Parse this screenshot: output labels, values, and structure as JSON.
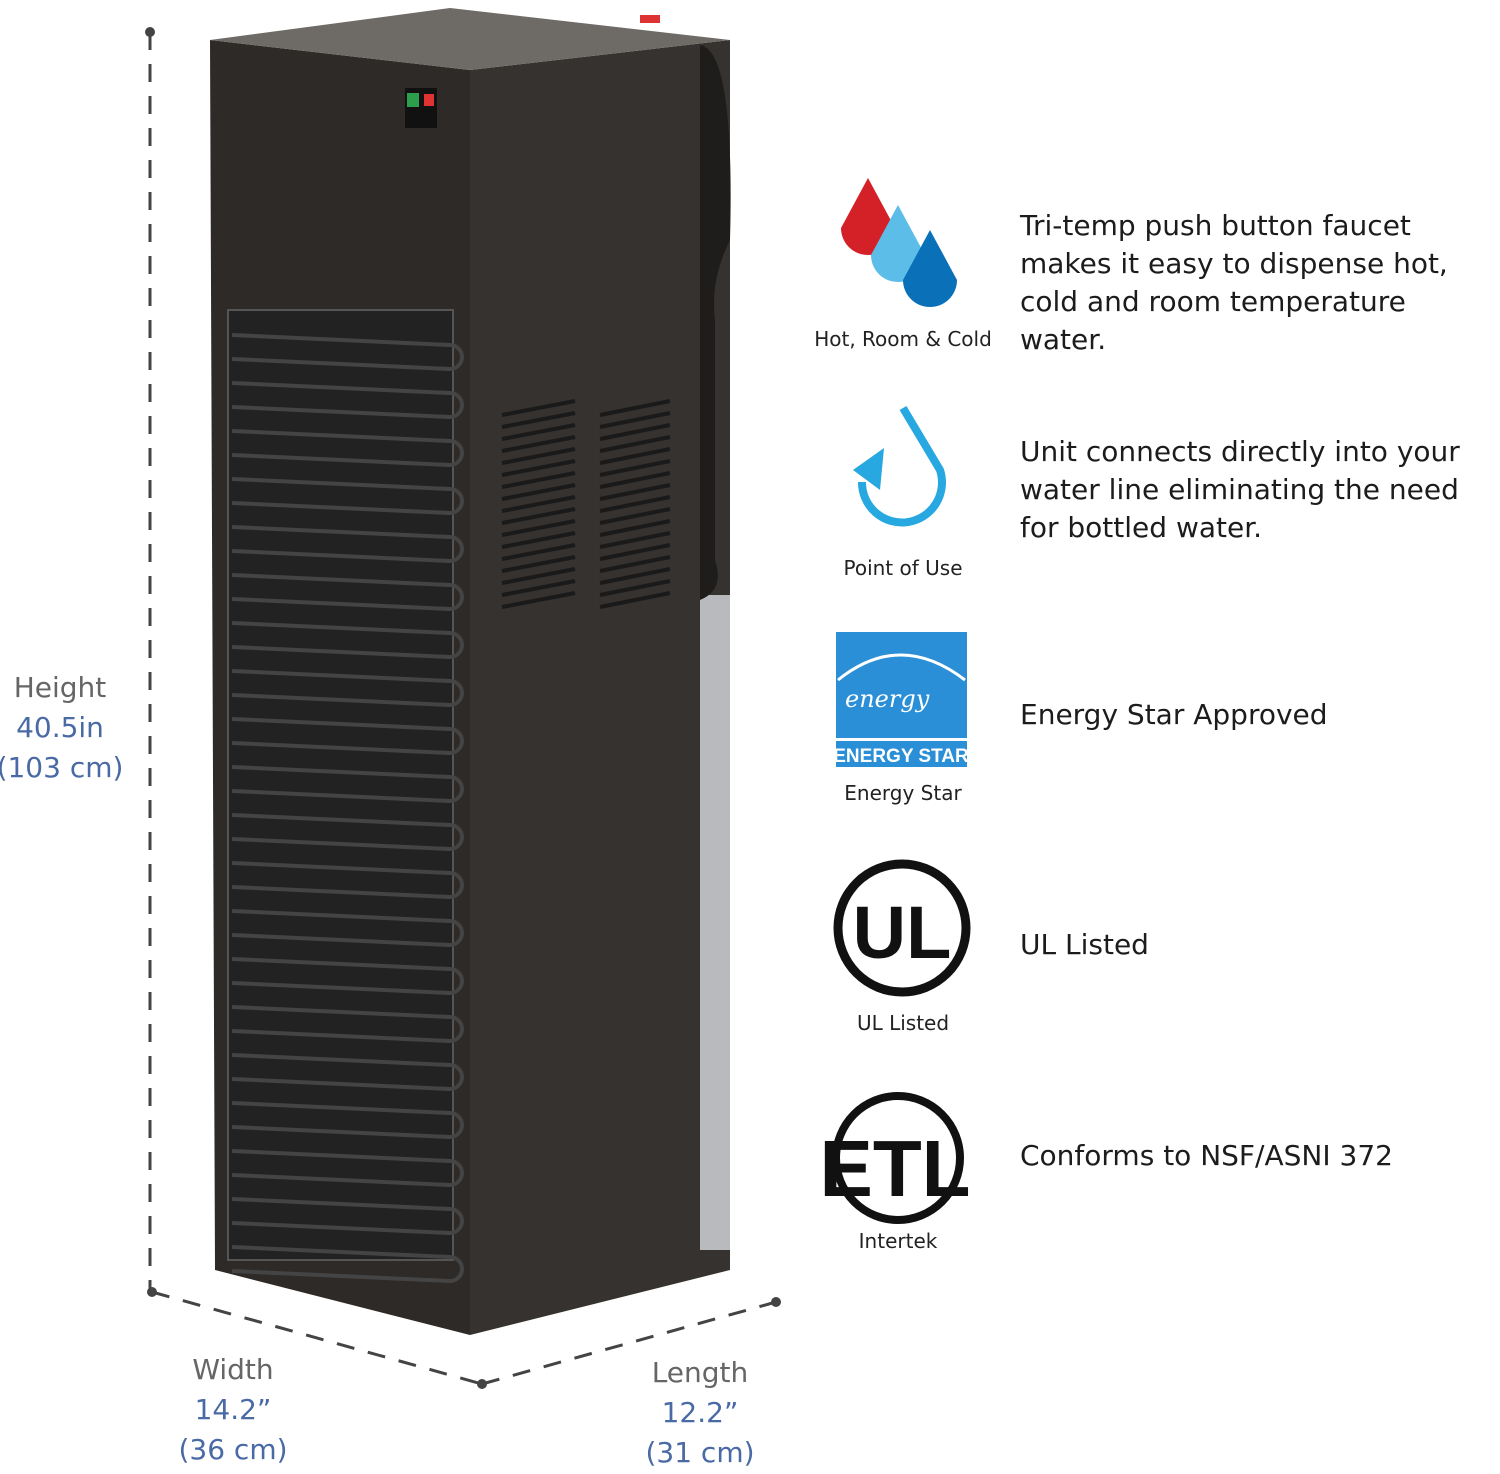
{
  "dimensions": {
    "height": {
      "label": "Height",
      "value": "40.5in",
      "metric": "(103 cm)"
    },
    "width": {
      "label": "Width",
      "value": "14.2”",
      "metric": "(36 cm)"
    },
    "length": {
      "label": "Length",
      "value": "12.2”",
      "metric": "(31 cm)"
    }
  },
  "features": [
    {
      "icon": "hot-room-cold-drops-icon",
      "caption": "Hot, Room & Cold",
      "text": "Tri-temp push button faucet makes it easy to dispense hot, cold and room temperature water."
    },
    {
      "icon": "point-of-use-drop-icon",
      "caption": "Point of Use",
      "text": "Unit connects directly into your water line eliminating the need for bottled water."
    },
    {
      "icon": "energy-star-logo",
      "caption": "Energy Star",
      "text": "Energy Star Approved",
      "logo_text": "ENERGY STAR"
    },
    {
      "icon": "ul-logo",
      "caption": "UL Listed",
      "text": "UL Listed"
    },
    {
      "icon": "etl-logo",
      "caption": "Intertek",
      "text": "Conforms to NSF/ASNI 372"
    }
  ],
  "colors": {
    "hot": "#d42027",
    "room": "#5bbde8",
    "cold": "#0a70b8",
    "point_of_use": "#27a8e0",
    "energy_star": "#2a8fd6",
    "dimension_value": "#4a6aa5",
    "cabinet": "#2d2a27"
  }
}
